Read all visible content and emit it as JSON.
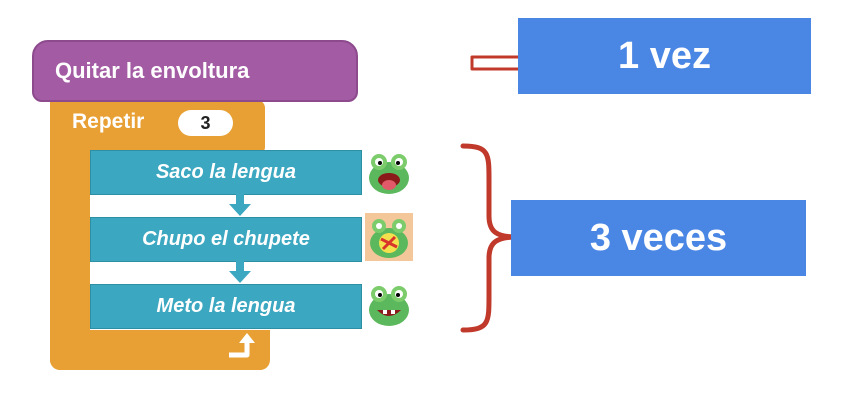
{
  "blocks": {
    "hat_label": "Quitar la envoltura",
    "repeat_label": "Repetir",
    "repeat_count": "3",
    "commands": [
      {
        "label": "Saco la lengua"
      },
      {
        "label": "Chupo el chupete"
      },
      {
        "label": "Meto la lengua"
      }
    ],
    "loop_end_icon": "loop-return-arrow-icon"
  },
  "annotations": {
    "once_label": "1 vez",
    "three_times_label": "3 veces",
    "arrow_icon": "right-arrow-outline-icon",
    "brace_icon": "right-curly-brace-icon"
  },
  "colors": {
    "hat_block": "#a35ba3",
    "repeat_block": "#e8a034",
    "command_block": "#3ba7c0",
    "label_box": "#4a86e4",
    "arrow": "#c0392b",
    "brace": "#c0392b"
  }
}
